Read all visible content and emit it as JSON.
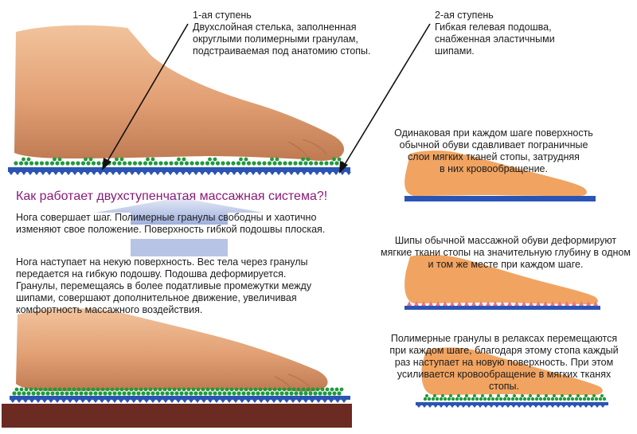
{
  "colors": {
    "skin": "#e7a87b",
    "skin_shadow": "#c47e55",
    "granule": "#1f9a3c",
    "sole_blue": "#2b55b4",
    "floor_brown": "#6b2a22",
    "orange_foot": "#f1a461",
    "spike_pink": "#e7728f",
    "title_purple": "#8a1a78",
    "center_arrow": "#aab8e0"
  },
  "stage1": {
    "heading": "1-ая ступень",
    "lines": [
      "Двухслойная стелька, заполненная",
      "округлыми полимерными гранулам,",
      "подстраиваемая под анатомию стопы."
    ]
  },
  "stage2": {
    "heading": "2-ая ступень",
    "lines": [
      "Гибкая гелевая подошва,",
      "снабженная эластичными",
      "шипами."
    ]
  },
  "main_title": "Как работает двухступенчатая массажная система?!",
  "step1_lines": [
    "Нога совершает шаг.  Полимерные гранулы свободны и хаотично",
    "изменяют свое положение. Поверхность гибкой подошвы плоская."
  ],
  "step2_lines": [
    "Нога наступает на некую поверхность. Вес тела через гранулы",
    "передается на гибкую  подошву. Подошва деформируется.",
    "Гранулы, перемещаясь в более податливые  промежутки между",
    "шипами, совершают дополнительное движение, увеличивая",
    "комфортность массажного воздействия."
  ],
  "panel1_lines": [
    "Одинаковая при каждом шаге поверхность",
    "обычной обуви сдавливает пограничные",
    "слои мягких тканей стопы, затрудняя",
    "в них кровообращение."
  ],
  "panel2_lines": [
    "Шипы обычной массажной обуви деформируют",
    "мягкие ткани стопы на значительную глубину в одном",
    "и том же месте при каждом шаге."
  ],
  "panel3_lines": [
    "Полимерные гранулы в релаксах перемещаются",
    "при каждом шаге, благодаря этому стопа каждый",
    "раз наступает на новую поверхность. При этом",
    "усиливается кровообращение в мягких тканях",
    "стопы."
  ]
}
